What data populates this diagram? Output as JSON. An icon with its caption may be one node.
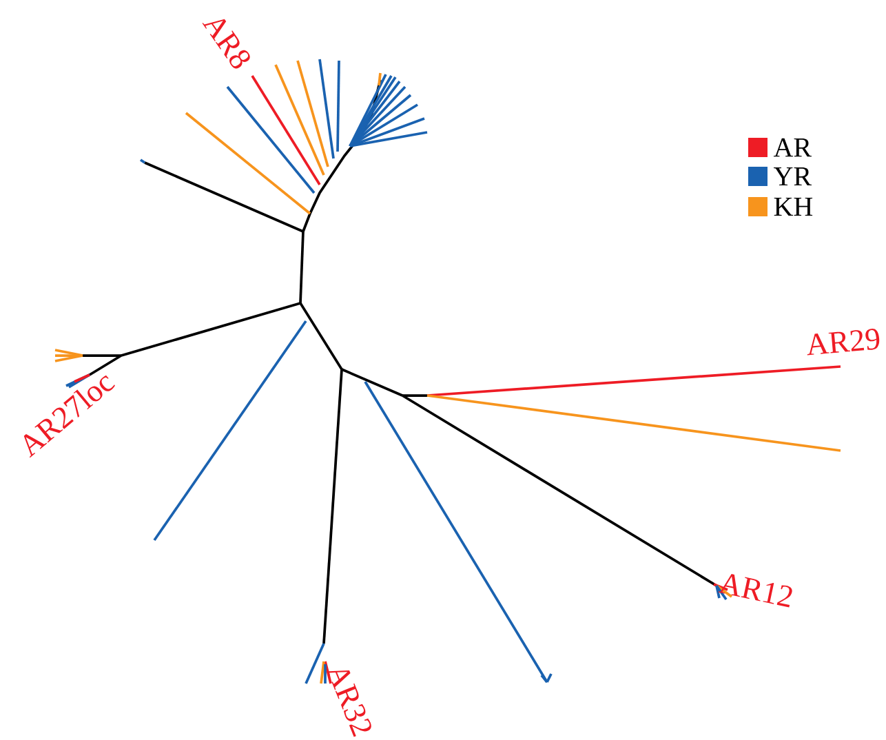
{
  "diagram": {
    "labels": [
      "AR8",
      "AR27loc",
      "AR29",
      "AR12",
      "AR32"
    ],
    "legend": [
      {
        "text": "AR",
        "color": "#ee1c25"
      },
      {
        "text": "YR",
        "color": "#1a62b0"
      },
      {
        "text": "KH",
        "color": "#f7941d"
      }
    ]
  }
}
